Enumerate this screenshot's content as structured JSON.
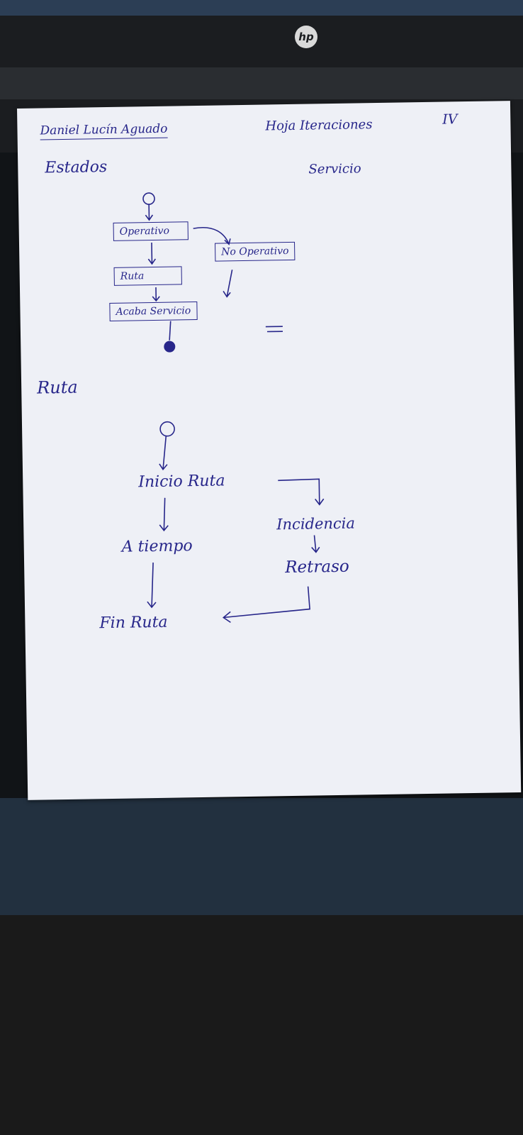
{
  "sheet": {
    "author": "Daniel Lucín Aguado",
    "title": "Hoja Iteraciones",
    "number": "IV"
  },
  "estados_diagram": {
    "heading": "Estados",
    "subheading": "Servicio",
    "states": [
      "Operativo",
      "No Operativo",
      "Ruta",
      "Acaba Servicio"
    ]
  },
  "ruta_diagram": {
    "heading": "Ruta",
    "states": [
      "Inicio Ruta",
      "Incidencia",
      "A tiempo",
      "Retraso",
      "Fin Ruta"
    ]
  }
}
